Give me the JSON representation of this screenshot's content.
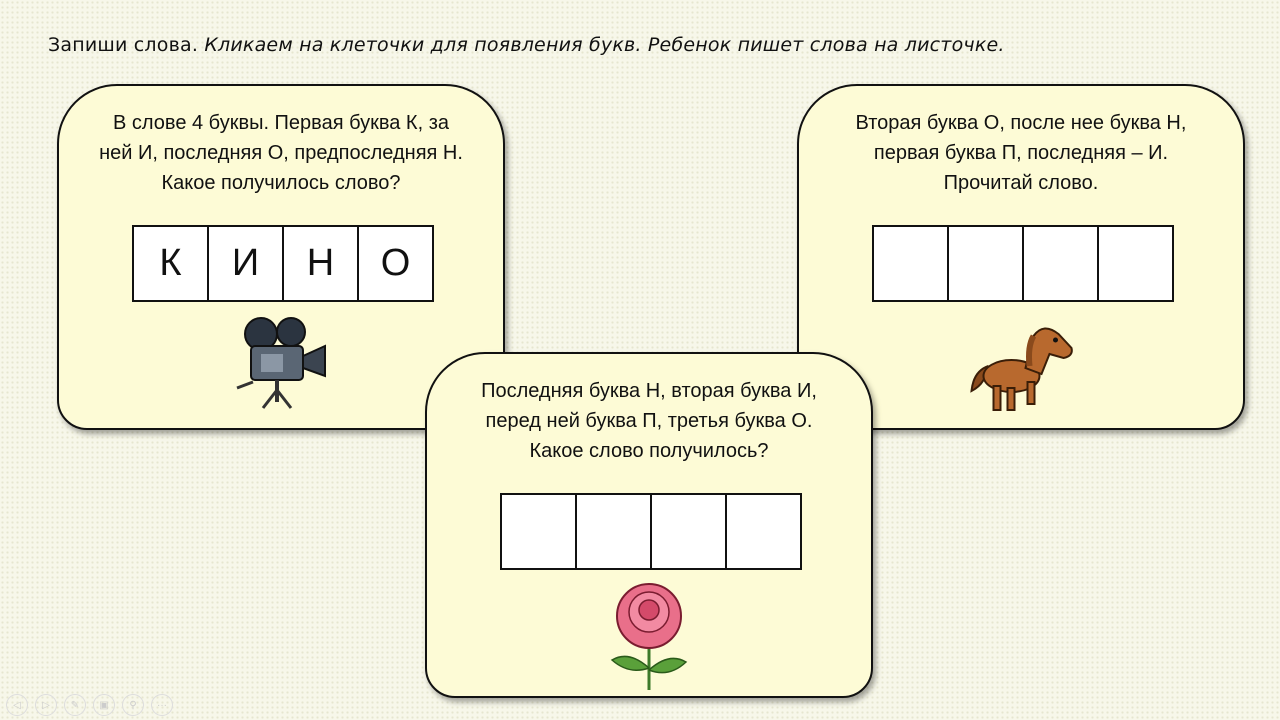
{
  "instruction": {
    "part1": "Запиши слова.",
    "part2": "Кликаем на клеточки для появления букв. Ребенок пишет слова на листочке."
  },
  "cards": [
    {
      "lines": [
        "В слове 4 буквы. Первая буква К, за",
        "ней И, последняя О, предпоследняя Н.",
        "Какое получилось слово?"
      ],
      "cells": [
        "К",
        "И",
        "Н",
        "О"
      ],
      "picture": "movie-camera"
    },
    {
      "lines": [
        "Последняя буква Н, вторая буква И,",
        "перед ней буква П, третья буква О.",
        "Какое слово получилось?"
      ],
      "cells": [
        "",
        "",
        "",
        ""
      ],
      "picture": "peony-flower"
    },
    {
      "lines": [
        "Вторая буква О, после нее буква Н,",
        "первая буква П, последняя – И.",
        "Прочитай слово."
      ],
      "cells": [
        "",
        "",
        "",
        ""
      ],
      "picture": "pony"
    }
  ],
  "controls": {
    "prev": "◁",
    "next": "▷",
    "pen": "✎",
    "slides": "▣",
    "zoom": "⚲",
    "more": "···"
  }
}
